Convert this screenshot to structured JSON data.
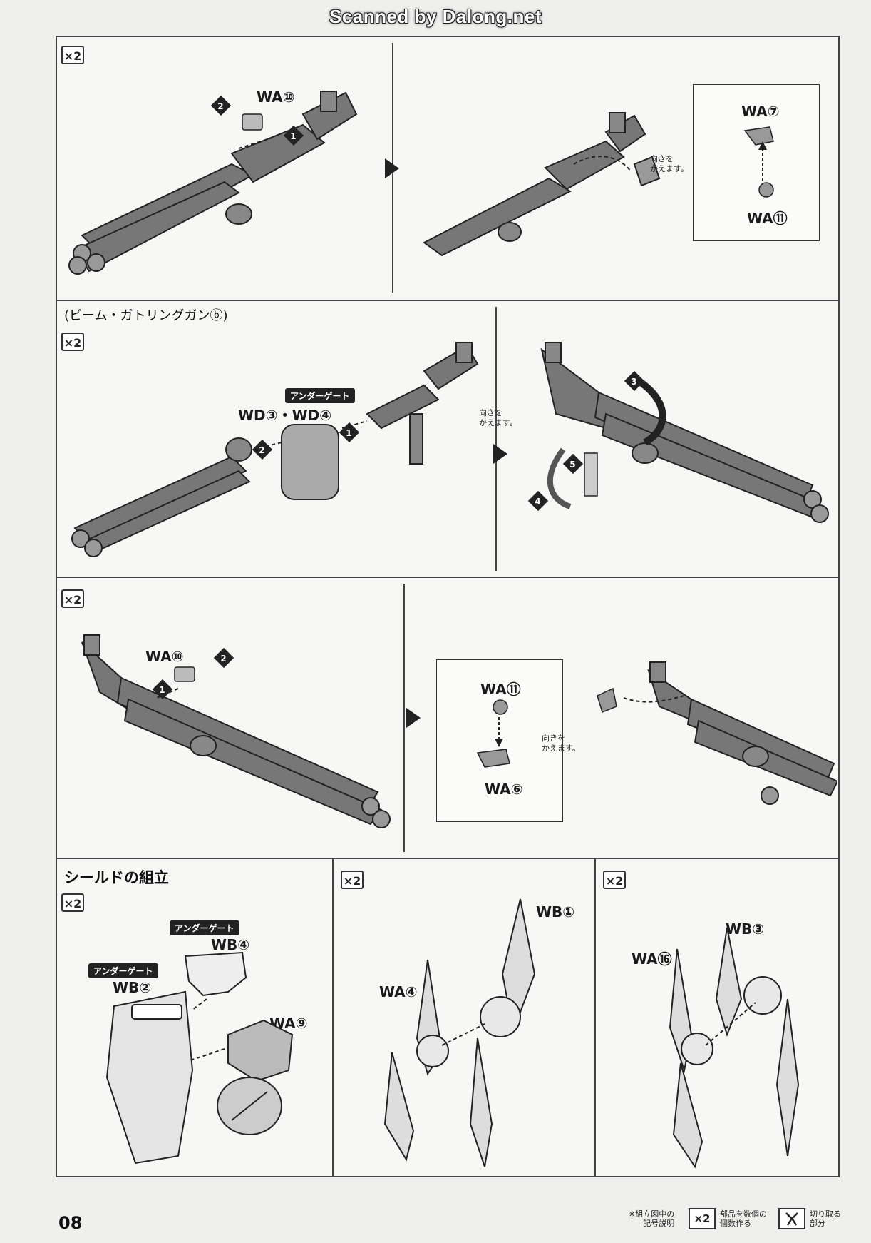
{
  "header": {
    "scan_credit": "Scanned by Dalong.net"
  },
  "page": {
    "number": "08"
  },
  "badges": {
    "x2": "×2"
  },
  "section1": {
    "left": {
      "part_label": "WA⑩",
      "steps": [
        "2",
        "1"
      ]
    },
    "right": {
      "inset_top_label": "WA⑦",
      "inset_bottom_label": "WA⑪",
      "note": "向きを\nかえます。"
    }
  },
  "section2": {
    "subtitle": "(ビーム・ガトリングガンⓑ)",
    "left": {
      "callout": "アンダーゲート",
      "part_label": "WD③・WD④",
      "steps": [
        "2",
        "1"
      ]
    },
    "right": {
      "note": "向きを\nかえます。",
      "steps": [
        "3",
        "4",
        "5"
      ]
    }
  },
  "section3": {
    "left": {
      "part_label": "WA⑩",
      "steps": [
        "2",
        "1"
      ]
    },
    "right": {
      "inset_top_label": "WA⑪",
      "inset_bottom_label": "WA⑥",
      "note": "向きを\nかえます。"
    }
  },
  "shield": {
    "title": "シールドの組立",
    "callout_1": "アンダーゲート",
    "label_1": "WB④",
    "callout_2": "アンダーゲート",
    "label_2": "WB②",
    "label_3": "WA⑨"
  },
  "panel_mid": {
    "label_top": "WB①",
    "label_left": "WA④"
  },
  "panel_right": {
    "label_top": "WB③",
    "label_left": "WA⑯"
  },
  "legend": {
    "intro": "※組立図中の\n記号説明",
    "make_count": "部品を数個の\n個数作る",
    "cut": "切り取る\n部分"
  }
}
